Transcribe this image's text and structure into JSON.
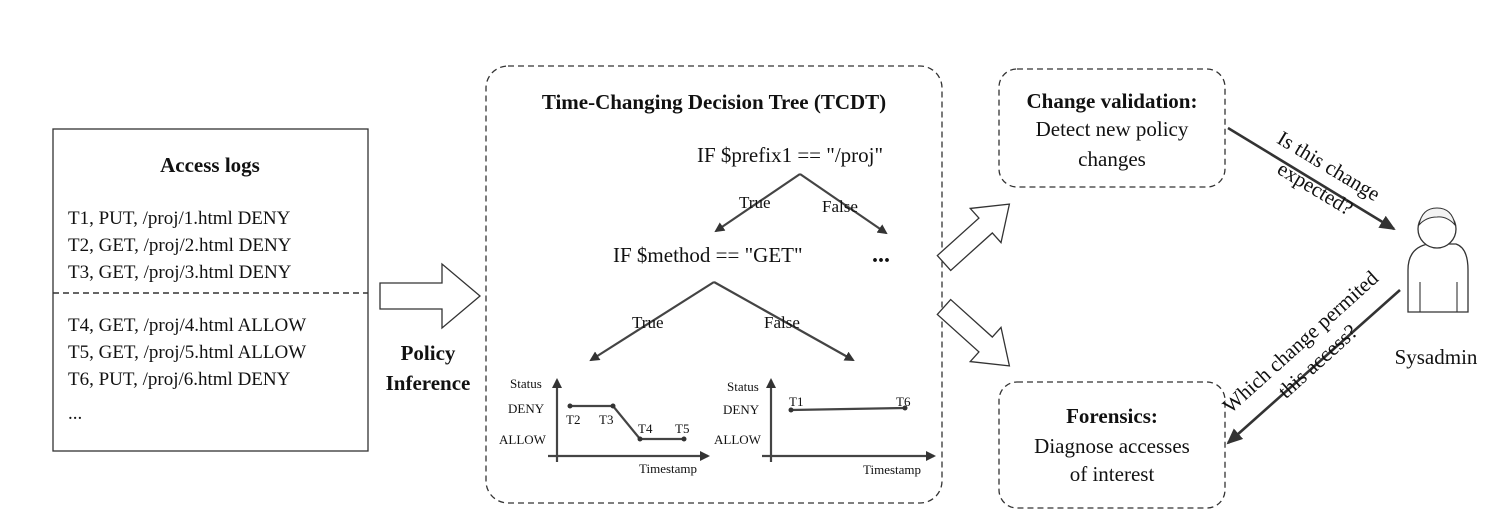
{
  "access_logs": {
    "title": "Access logs",
    "entries_before": [
      "T1, PUT, /proj/1.html DENY",
      "T2, GET, /proj/2.html DENY",
      "T3, GET, /proj/3.html DENY"
    ],
    "entries_after": [
      "T4, GET, /proj/4.html ALLOW",
      "T5, GET, /proj/5.html ALLOW",
      "T6, PUT, /proj/6.html DENY"
    ],
    "ellipsis": "..."
  },
  "policy_inference": {
    "line1": "Policy",
    "line2": "Inference"
  },
  "tcdt": {
    "title": "Time-Changing Decision Tree (TCDT)",
    "root_condition": "IF $prefix1 == \"/proj\"",
    "root_true": "True",
    "root_false": "False",
    "false_ellipsis": "...",
    "child_condition": "IF $method == \"GET\"",
    "child_true": "True",
    "child_false": "False",
    "left_chart": {
      "ylabel": "Status",
      "xlabel": "Timestamp",
      "y_ticks": [
        "DENY",
        "ALLOW"
      ],
      "points": [
        "T2",
        "T3",
        "T4",
        "T5"
      ]
    },
    "right_chart": {
      "ylabel": "Status",
      "xlabel": "Timestamp",
      "y_ticks": [
        "DENY",
        "ALLOW"
      ],
      "points": [
        "T1",
        "T6"
      ]
    }
  },
  "change_validation": {
    "title": "Change validation:",
    "line1": "Detect new policy",
    "line2": "changes"
  },
  "forensics": {
    "title": "Forensics:",
    "line1": "Diagnose accesses",
    "line2": "of interest"
  },
  "question_top": {
    "line1": "Is this change",
    "line2": "expected?"
  },
  "question_bottom": {
    "line1": "Which change permited",
    "line2": "this access?"
  },
  "sysadmin": {
    "label": "Sysadmin"
  }
}
